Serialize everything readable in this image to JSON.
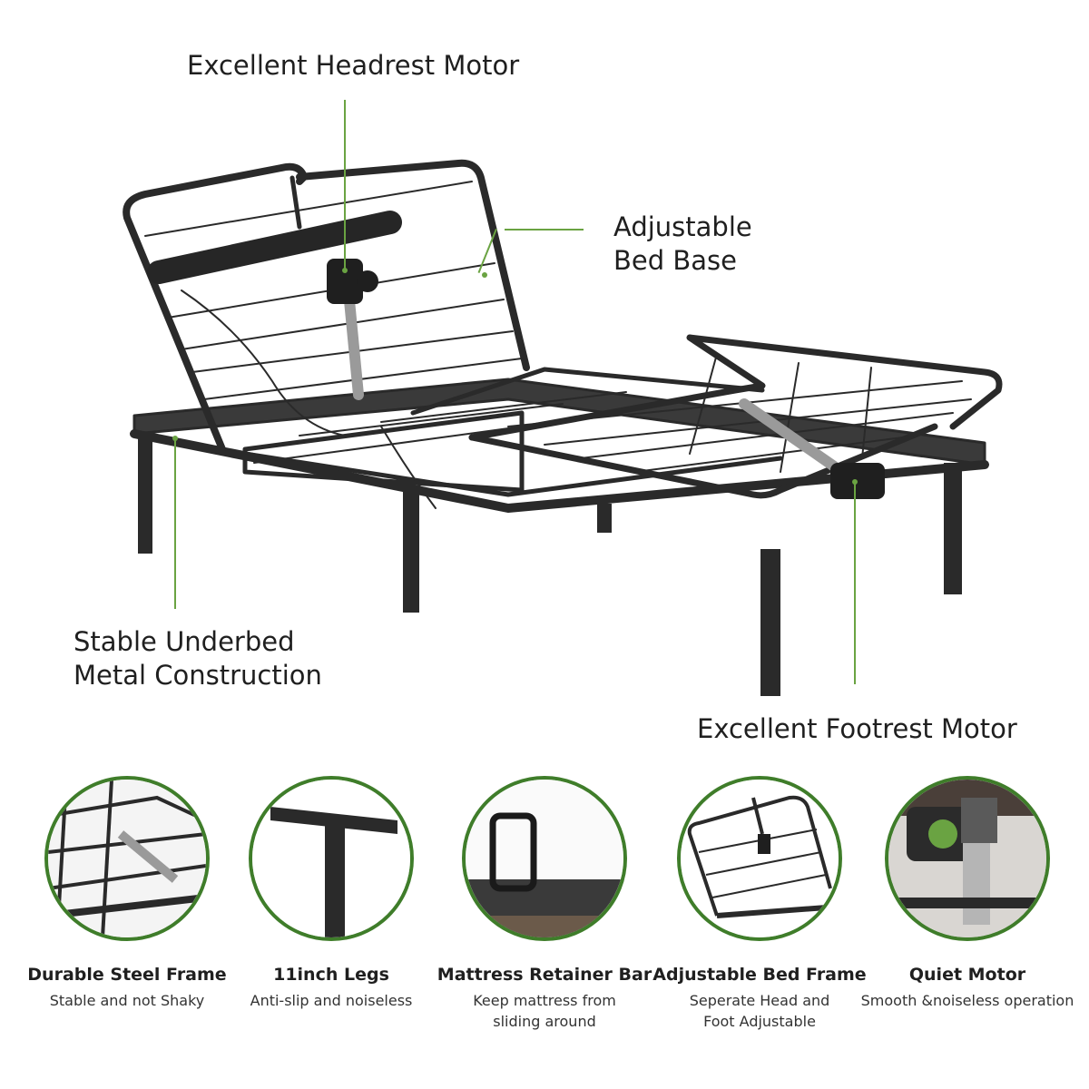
{
  "callouts": {
    "headrest_motor": "Excellent Headrest Motor",
    "adjustable_base_line1": "Adjustable",
    "adjustable_base_line2": "Bed Base",
    "underbed_line1": "Stable Underbed",
    "underbed_line2": "Metal Construction",
    "footrest_motor": "Excellent Footrest Motor"
  },
  "colors": {
    "accent": "#6aa342",
    "frame": "#2a2a2a",
    "circle_border": "#3f7d2a"
  },
  "features": [
    {
      "title": "Durable Steel Frame",
      "desc_line1": "Stable and not Shaky",
      "desc_line2": ""
    },
    {
      "title": "11inch Legs",
      "desc_line1": "Anti-slip and noiseless",
      "desc_line2": ""
    },
    {
      "title": "Mattress Retainer Bar",
      "desc_line1": "Keep mattress from",
      "desc_line2": "sliding around"
    },
    {
      "title": "Adjustable Bed Frame",
      "desc_line1": "Seperate Head and",
      "desc_line2": "Foot Adjustable"
    },
    {
      "title": "Quiet Motor",
      "desc_line1": "Smooth &noiseless operation",
      "desc_line2": ""
    }
  ]
}
